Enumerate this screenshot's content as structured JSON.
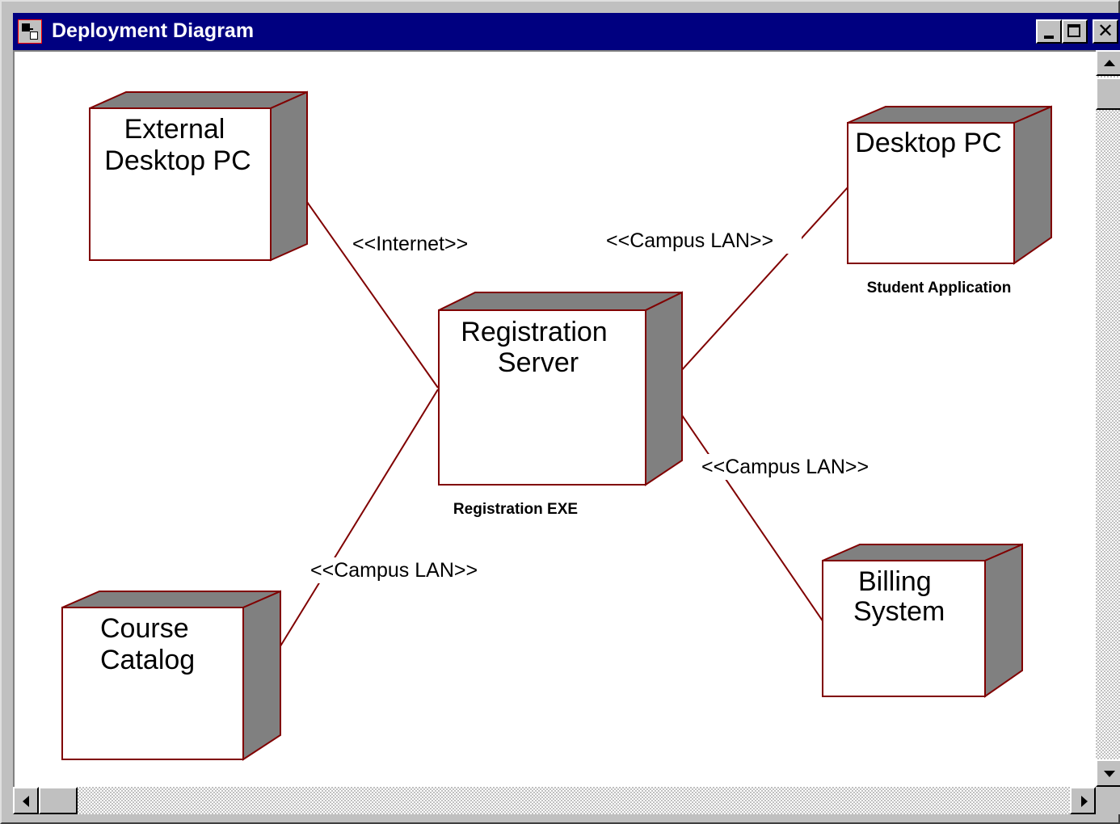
{
  "window": {
    "title": "Deployment Diagram"
  },
  "colors": {
    "titlebar": "#000080",
    "node_border": "#800000",
    "node_side": "#808080",
    "connection": "#800000",
    "canvas": "#ffffff"
  },
  "diagram": {
    "nodes": [
      {
        "id": "external-desktop-pc",
        "line1": "External",
        "line2": "Desktop PC",
        "caption": ""
      },
      {
        "id": "desktop-pc",
        "line1": "Desktop PC",
        "line2": "",
        "caption": "Student Application"
      },
      {
        "id": "registration-server",
        "line1": "Registration",
        "line2": "Server",
        "caption": "Registration EXE"
      },
      {
        "id": "course-catalog",
        "line1": "Course",
        "line2": "Catalog",
        "caption": ""
      },
      {
        "id": "billing-system",
        "line1": "Billing",
        "line2": "System",
        "caption": ""
      }
    ],
    "connections": [
      {
        "from": "external-desktop-pc",
        "to": "registration-server",
        "label": "<<Internet>>"
      },
      {
        "from": "registration-server",
        "to": "desktop-pc",
        "label": "<<Campus LAN>>"
      },
      {
        "from": "registration-server",
        "to": "billing-system",
        "label": "<<Campus LAN>>"
      },
      {
        "from": "registration-server",
        "to": "course-catalog",
        "label": "<<Campus LAN>>"
      }
    ]
  },
  "icons": {
    "app": "deployment-diagram-icon",
    "minimize": "minimize-icon",
    "maximize": "maximize-icon",
    "close": "close-icon"
  }
}
